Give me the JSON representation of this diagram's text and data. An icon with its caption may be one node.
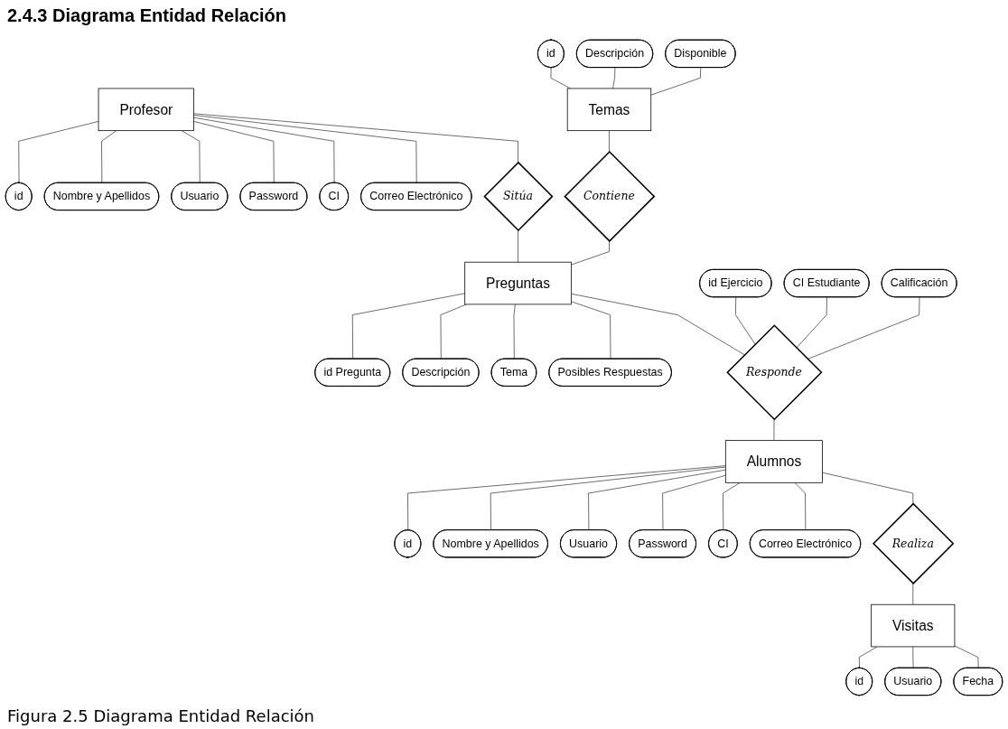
{
  "diagram": {
    "title": "2.4.3 Diagrama Entidad Relación",
    "caption": "Figura 2.5 Diagrama Entidad Relación",
    "nodes": [
      {
        "text": [
          "Profesor"
        ]
      },
      {
        "text": [
          "id"
        ]
      },
      {
        "text": [
          "Nombre y Apellidos"
        ]
      },
      {
        "text": [
          "Usuario"
        ]
      },
      {
        "text": [
          "Password"
        ]
      },
      {
        "text": [
          "CI"
        ]
      },
      {
        "text": [
          "Correo Electrónico"
        ]
      },
      {
        "text": [
          "Sitúa"
        ]
      },
      {
        "text": [
          "Temas"
        ]
      },
      {
        "text": [
          "id"
        ]
      },
      {
        "text": [
          "Descripción"
        ]
      },
      {
        "text": [
          "Disponible"
        ]
      },
      {
        "text": [
          "Contiene"
        ]
      },
      {
        "text": [
          "Preguntas"
        ]
      },
      {
        "text": [
          "id Pregunta"
        ]
      },
      {
        "text": [
          "Descripción"
        ]
      },
      {
        "text": [
          "Tema"
        ]
      },
      {
        "text": [
          "Posibles Respuestas"
        ]
      },
      {
        "text": [
          "Responde"
        ]
      },
      {
        "text": [
          "id Ejercicio"
        ]
      },
      {
        "text": [
          "CI Estudiante"
        ]
      },
      {
        "text": [
          "Calificación"
        ]
      },
      {
        "text": [
          "Alumnos"
        ]
      },
      {
        "text": [
          "id"
        ]
      },
      {
        "text": [
          "Nombre y Apellidos"
        ]
      },
      {
        "text": [
          "Usuario"
        ]
      },
      {
        "text": [
          "Password"
        ]
      },
      {
        "text": [
          "CI"
        ]
      },
      {
        "text": [
          "Correo Electrónico"
        ]
      },
      {
        "text": [
          "Realiza"
        ]
      },
      {
        "text": [
          "Visitas"
        ]
      },
      {
        "text": [
          "id"
        ]
      },
      {
        "text": [
          "Usuario"
        ]
      },
      {
        "text": [
          "Fecha"
        ]
      }
    ],
    "edges": [
      {
        "from": 0,
        "to": 1,
        "arrow": "none"
      },
      {
        "from": 0,
        "to": 2,
        "arrow": "none"
      },
      {
        "from": 0,
        "to": 3,
        "arrow": "none"
      },
      {
        "from": 0,
        "to": 4,
        "arrow": "none"
      },
      {
        "from": 0,
        "to": 5,
        "arrow": "none"
      },
      {
        "from": 0,
        "to": 6,
        "arrow": "none"
      },
      {
        "from": 0,
        "to": 7,
        "arrow": "none"
      },
      {
        "from": 7,
        "to": 13,
        "arrow": "none"
      },
      {
        "from": 9,
        "to": 8,
        "arrow": "none"
      },
      {
        "from": 10,
        "to": 8,
        "arrow": "none"
      },
      {
        "from": 11,
        "to": 8,
        "arrow": "none"
      },
      {
        "from": 8,
        "to": 12,
        "arrow": "none"
      },
      {
        "from": 12,
        "to": 13,
        "arrow": "none"
      },
      {
        "from": 13,
        "to": 14,
        "arrow": "none"
      },
      {
        "from": 13,
        "to": 15,
        "arrow": "none"
      },
      {
        "from": 13,
        "to": 16,
        "arrow": "none"
      },
      {
        "from": 13,
        "to": 17,
        "arrow": "none"
      },
      {
        "from": 13,
        "to": 18,
        "arrow": "none"
      },
      {
        "from": 19,
        "to": 18,
        "arrow": "none"
      },
      {
        "from": 20,
        "to": 18,
        "arrow": "none"
      },
      {
        "from": 21,
        "to": 18,
        "arrow": "none"
      },
      {
        "from": 18,
        "to": 22,
        "arrow": "none"
      },
      {
        "from": 22,
        "to": 23,
        "arrow": "none"
      },
      {
        "from": 22,
        "to": 24,
        "arrow": "none"
      },
      {
        "from": 22,
        "to": 25,
        "arrow": "none"
      },
      {
        "from": 22,
        "to": 26,
        "arrow": "none"
      },
      {
        "from": 22,
        "to": 27,
        "arrow": "none"
      },
      {
        "from": 22,
        "to": 28,
        "arrow": "none"
      },
      {
        "from": 22,
        "to": 29,
        "arrow": "none"
      },
      {
        "from": 29,
        "to": 30,
        "arrow": "none"
      },
      {
        "from": 30,
        "to": 31,
        "arrow": "none"
      },
      {
        "from": 30,
        "to": 32,
        "arrow": "none"
      },
      {
        "from": 30,
        "to": 33,
        "arrow": "none"
      }
    ]
  }
}
